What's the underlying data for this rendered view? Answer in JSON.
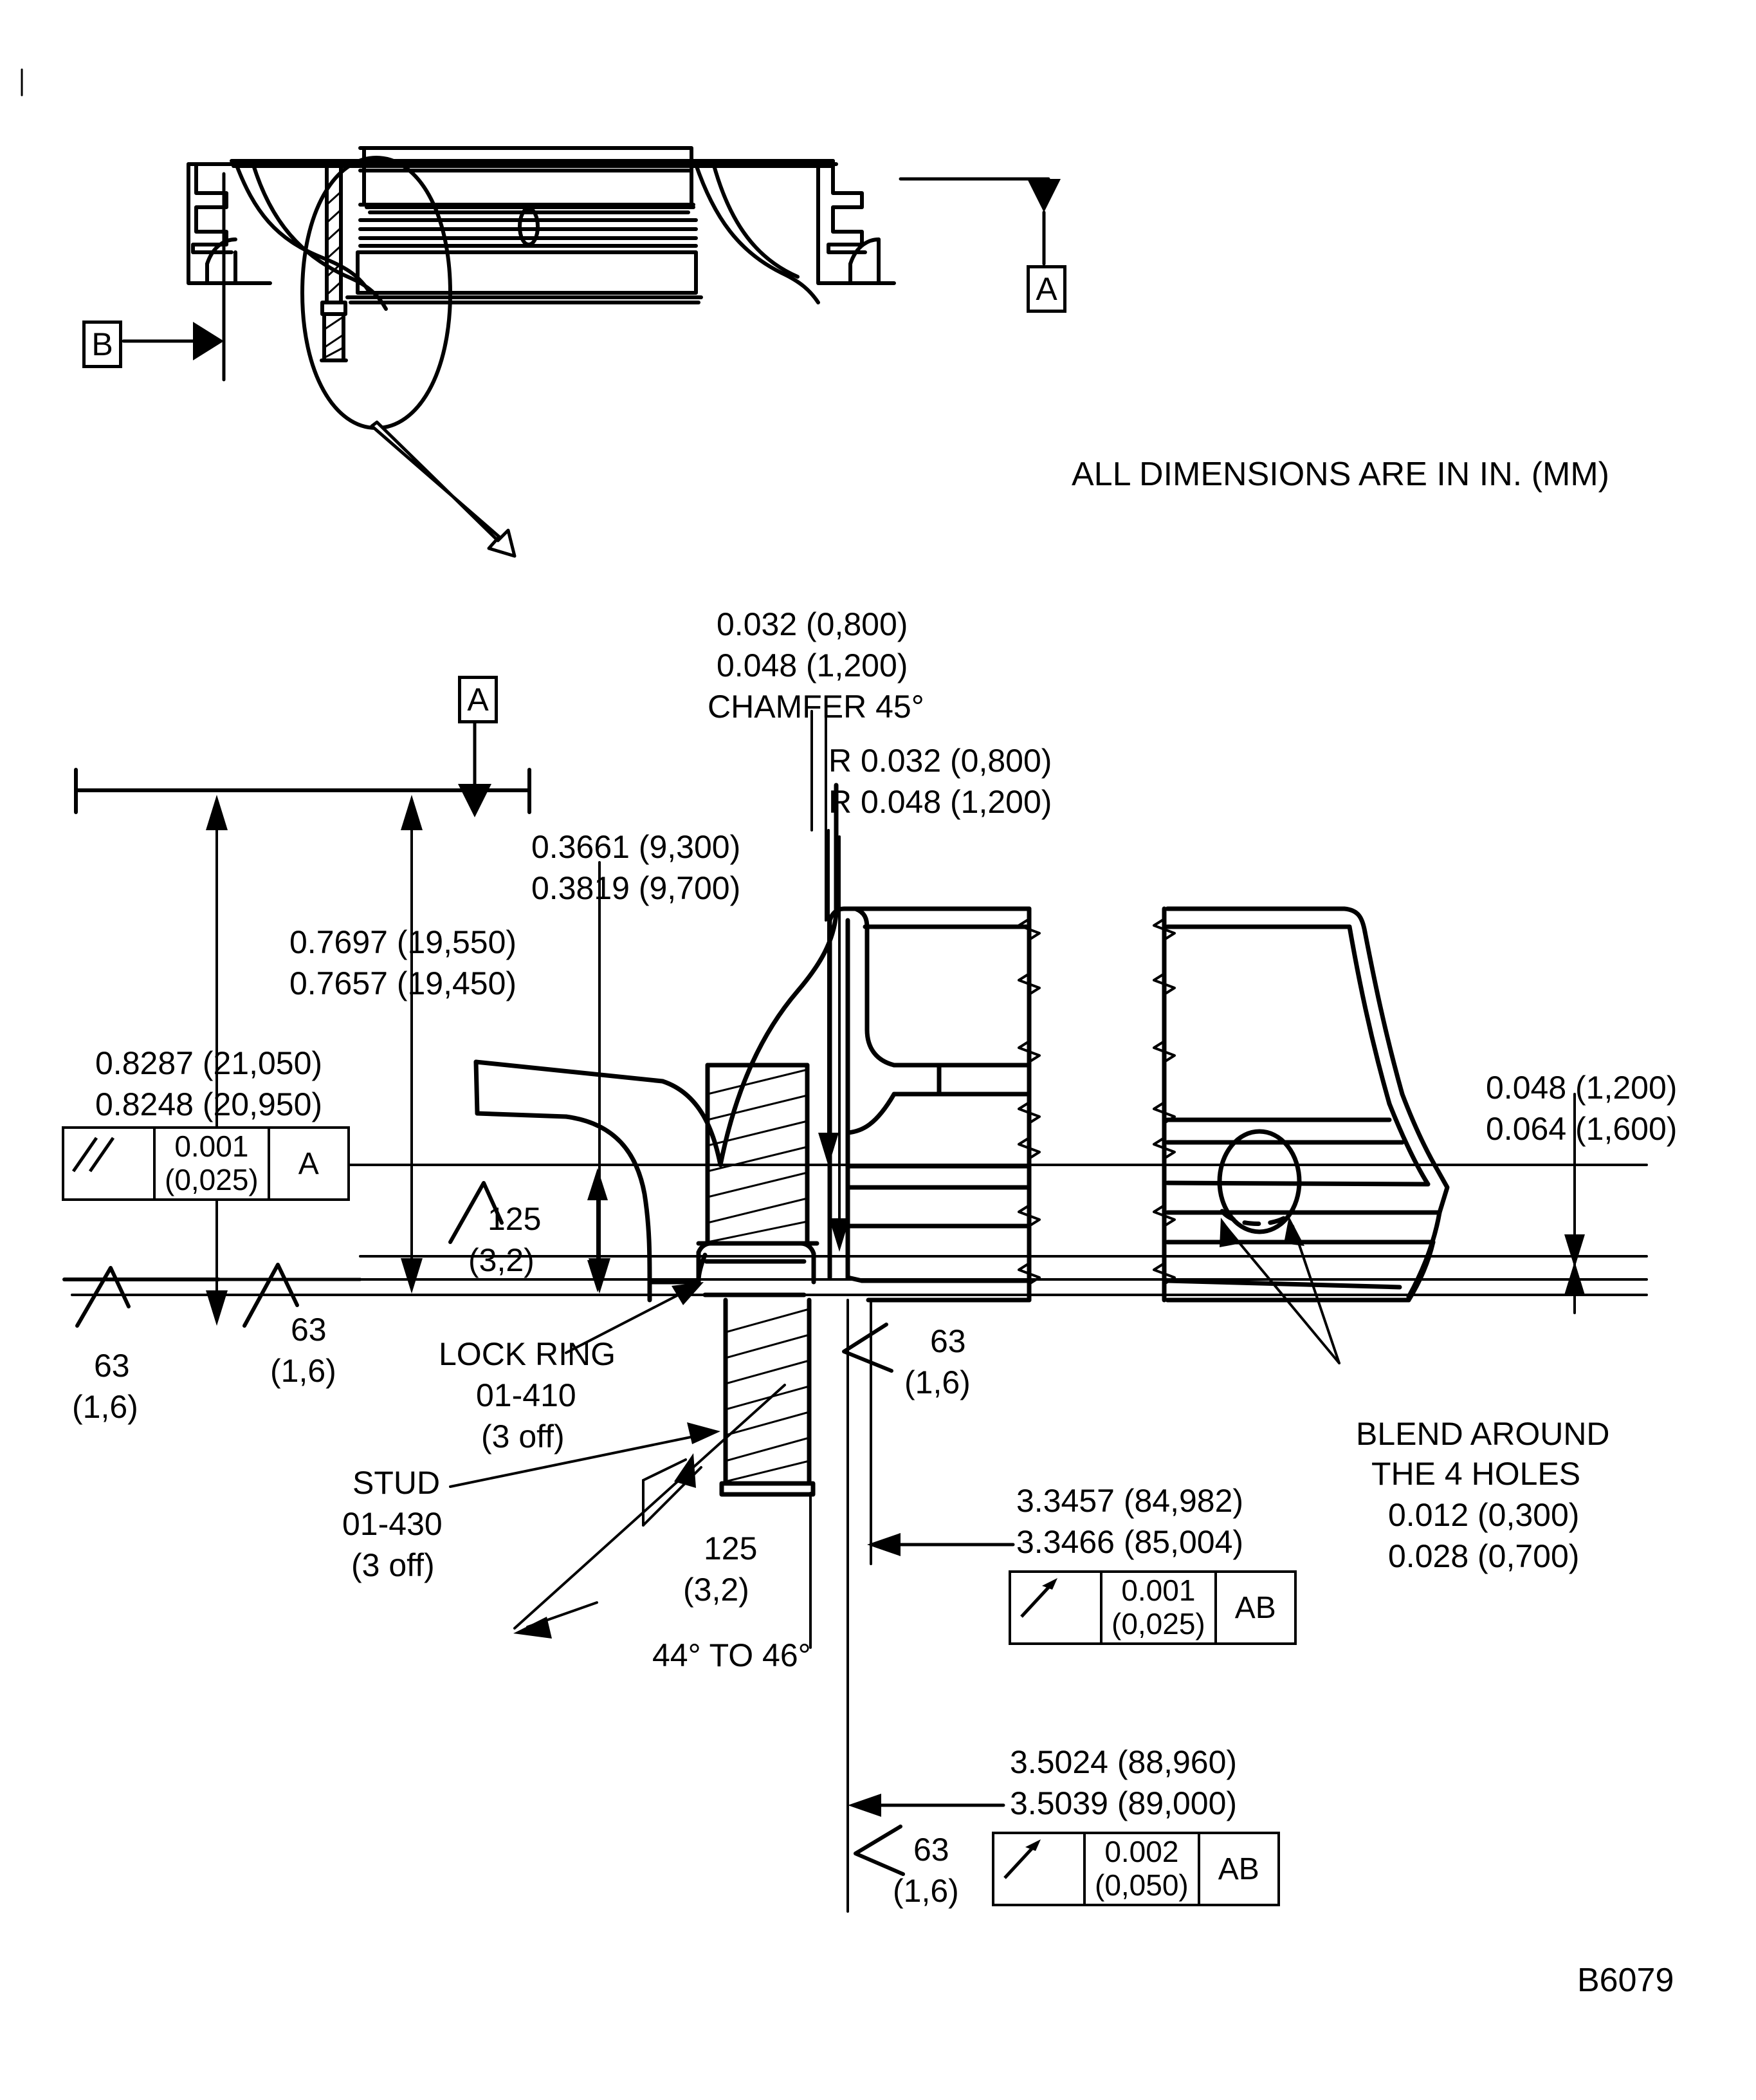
{
  "drawing": {
    "figure_id": "B6079",
    "note": "ALL DIMENSIONS ARE IN IN. (MM)"
  },
  "datums": {
    "top_view_b": "B",
    "top_view_a": "A",
    "detail_a": "A"
  },
  "dimensions": {
    "chamfer": {
      "line1": "0.032 (0,800)",
      "line2": "0.048 (1,200)",
      "line3": "CHAMFER 45°"
    },
    "radius": {
      "line1": "R 0.032 (0,800)",
      "line2": "R 0.048 (1,200)"
    },
    "d3661": {
      "line1": "0.3661 (9,300)",
      "line2": "0.3819 (9,700)"
    },
    "d7697": {
      "line1": "0.7697 (19,550)",
      "line2": "0.7657 (19,450)"
    },
    "d8287": {
      "line1": "0.8287 (21,050)",
      "line2": "0.8248 (20,950)"
    },
    "d0048_right": {
      "line1": "0.048 (1,200)",
      "line2": "0.064 (1,600)"
    },
    "d33457": {
      "line1": "3.3457 (84,982)",
      "line2": "3.3466 (85,004)"
    },
    "d35024": {
      "line1": "3.5024 (88,960)",
      "line2": "3.5039 (89,000)"
    },
    "angle_range": "44° TO 46°"
  },
  "feature_control_frames": [
    {
      "id": "fcf-parallelism",
      "symbol": "parallelism",
      "tolerance_in": "0.001",
      "tolerance_mm": "(0,025)",
      "datum": "A"
    },
    {
      "id": "fcf-runout-upper",
      "symbol": "circular-runout",
      "tolerance_in": "0.001",
      "tolerance_mm": "(0,025)",
      "datum": "AB"
    },
    {
      "id": "fcf-runout-lower",
      "symbol": "circular-runout",
      "tolerance_in": "0.002",
      "tolerance_mm": "(0,050)",
      "datum": "AB"
    }
  ],
  "surface_finishes": [
    {
      "id": "sf-63-far-left",
      "value": "63",
      "metric": "(1,6)"
    },
    {
      "id": "sf-63-left",
      "value": "63",
      "metric": "(1,6)"
    },
    {
      "id": "sf-125-upper",
      "value": "125",
      "metric": "(3,2)"
    },
    {
      "id": "sf-63-center",
      "value": "63",
      "metric": "(1,6)"
    },
    {
      "id": "sf-125-lower",
      "value": "125",
      "metric": "(3,2)"
    },
    {
      "id": "sf-63-bottom",
      "value": "63",
      "metric": "(1,6)"
    }
  ],
  "callouts": {
    "lock_ring": {
      "line1": "LOCK RING",
      "line2": "01-410",
      "line3": "(3 off)"
    },
    "stud": {
      "line1": "STUD",
      "line2": "01-430",
      "line3": "(3 off)"
    },
    "blend": {
      "line1": "BLEND AROUND",
      "line2": "THE 4 HOLES",
      "line3": "0.012 (0,300)",
      "line4": "0.028 (0,700)"
    }
  }
}
